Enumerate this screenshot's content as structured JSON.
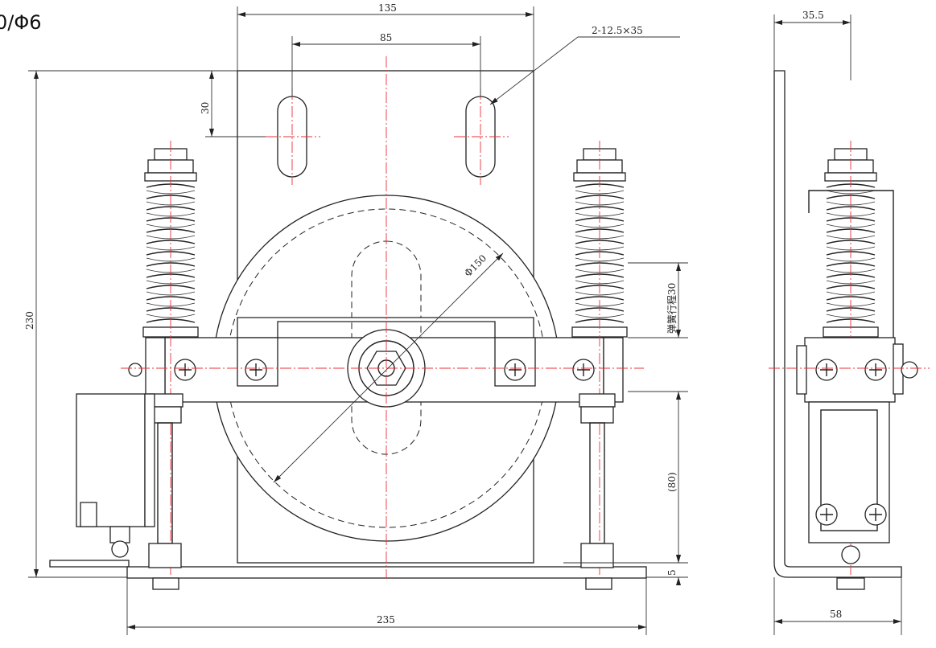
{
  "title_fragment": "0/Φ6",
  "dimensions": {
    "overall_width_top": "135",
    "slot_spacing": "85",
    "slot_callout": "2-12.5×35",
    "slot_offset": "30",
    "overall_height": "230",
    "wheel_diameter": "Φ150",
    "spring_stroke": "弹簧行程30",
    "axle_height": "(80)",
    "base_thickness": "5",
    "base_width": "235",
    "side_offset": "35.5",
    "side_width": "58"
  }
}
